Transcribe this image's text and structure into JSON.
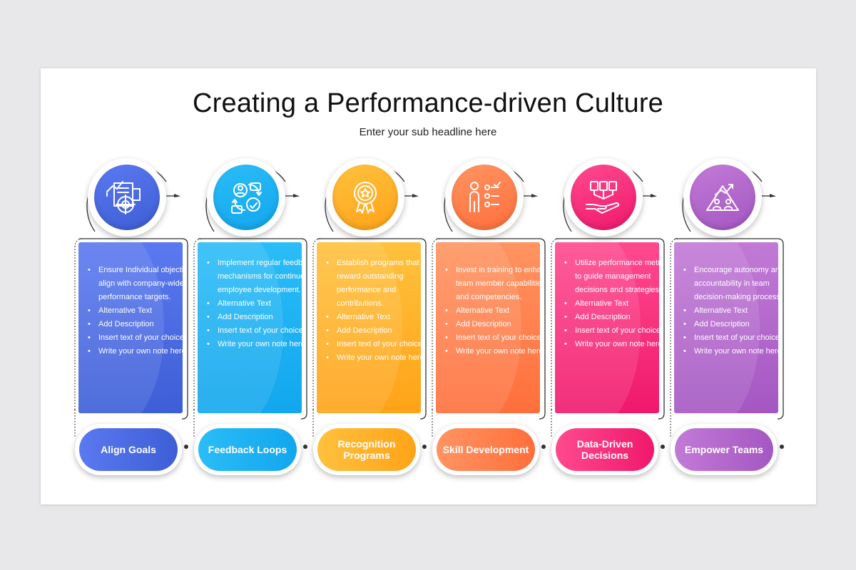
{
  "slide": {
    "title": "Creating a Performance-driven Culture",
    "subtitle": "Enter your sub headline here"
  },
  "columns": [
    {
      "label": "Align Goals",
      "icon": "target-chart-icon",
      "color_start": "#5b79f0",
      "color_end": "#3d5ed6",
      "bullets": [
        "Ensure Individual objectives align with company-wide performance targets.",
        "Alternative Text",
        "Add Description",
        "Insert text of your choice",
        "Write your own note here"
      ]
    },
    {
      "label": "Feedback Loops",
      "icon": "feedback-cycle-icon",
      "color_start": "#2bbdf7",
      "color_end": "#12a6ee",
      "bullets": [
        "Implement regular feedback mechanisms for continuous employee development.",
        "Alternative Text",
        "Add Description",
        "Insert text of your choice",
        "Write your own note here"
      ]
    },
    {
      "label": "Recognition Programs",
      "icon": "award-badge-icon",
      "color_start": "#ffc13d",
      "color_end": "#ffa318",
      "bullets": [
        "Establish programs that reward outstanding performance and contributions.",
        "Alternative Text",
        "Add Description",
        "Insert text of your choice",
        "Write your own note here"
      ]
    },
    {
      "label": "Skill Development",
      "icon": "person-checklist-icon",
      "color_start": "#ff9461",
      "color_end": "#ff6f3c",
      "bullets": [
        "Invest in training to enhance team member capabilities and competencies.",
        "Alternative Text",
        "Add Description",
        "Insert text of your choice",
        "Write your own note here"
      ]
    },
    {
      "label": "Data-Driven Decisions",
      "icon": "hand-data-icon",
      "color_start": "#ff4a8e",
      "color_end": "#f0186c",
      "bullets": [
        "Utilize performance metrics to guide management decisions and strategies",
        "Alternative Text",
        "Add Description",
        "Insert text of your choice",
        "Write your own note here"
      ]
    },
    {
      "label": "Empower Teams",
      "icon": "team-growth-icon",
      "color_start": "#c27ad6",
      "color_end": "#a457c2",
      "bullets": [
        "Encourage autonomy and accountability in team decision-making processes.",
        "Alternative Text",
        "Add Description",
        "Insert text of your choice",
        "Write your own note here"
      ]
    }
  ]
}
